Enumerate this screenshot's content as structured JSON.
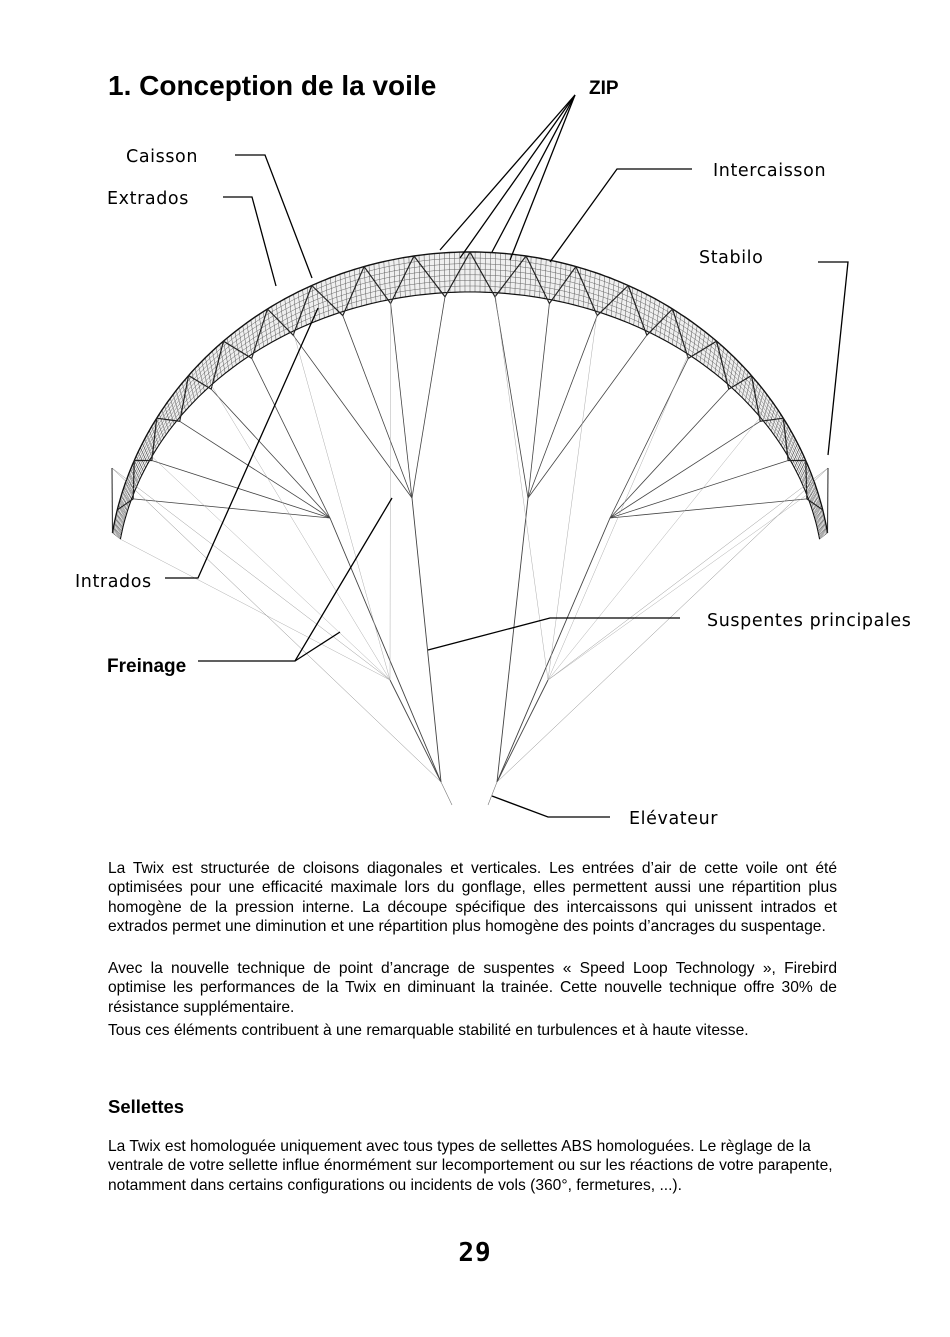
{
  "heading": "1. Conception de la voile",
  "labels": {
    "zip": "ZIP",
    "caisson": "Caisson",
    "extrados": "Extrados",
    "intercaisson": "Intercaisson",
    "stabilo": "Stabilo",
    "intrados": "Intrados",
    "suspentes": "Suspentes principales",
    "freinage": "Freinage",
    "elevateur": "Elévateur"
  },
  "paragraphs": [
    "La Twix est structurée de cloisons diagonales et verticales. Les entrées d’air de cette voile ont été optimisées pour une efficacité maximale lors du gonflage, elles permettent aussi une répartition plus homogène de la pression interne. La découpe spécifique des intercaissons qui unissent intrados et extrados permet une diminution et une répartition plus homogène des points d’ancrages du suspentage.",
    "Avec la nouvelle technique de point d’ancrage de suspentes « Speed Loop  Technology »,  Firebird optimise les performances de la Twix en diminuant la trainée. Cette nouvelle technique offre 30% de résistance supplémentaire.",
    "Tous ces éléments contribuent à une remarquable stabilité en turbulences et à haute vitesse."
  ],
  "section": {
    "title": "Sellettes",
    "text": "La Twix est homologuée uniquement avec tous types de sellettes ABS homologuées. Le règlage de la ventrale de votre sellette influe énormément sur lecomportement ou sur les réactions de votre parapente, notamment dans certains configurations ou incidents de vols (360°, fermetures, ...)."
  },
  "page_number": "29"
}
